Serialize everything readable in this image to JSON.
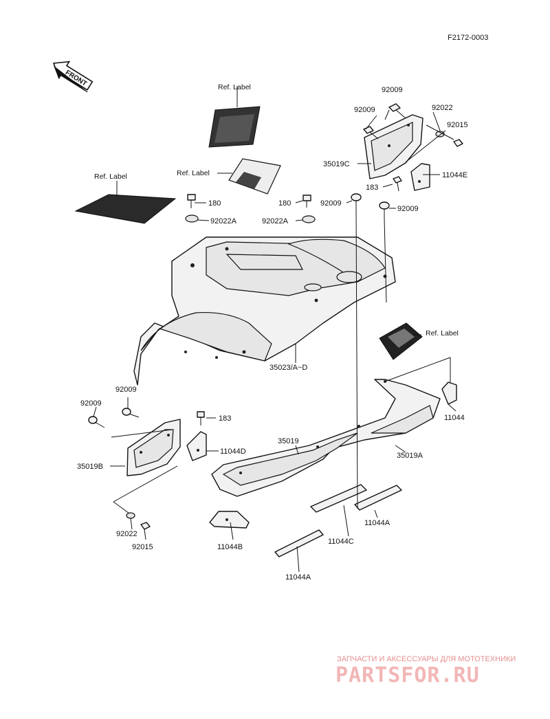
{
  "diagram": {
    "code": "F2172-0003",
    "front_label": "FRONT",
    "callouts": [
      {
        "id": "ref-label-top",
        "text": "Ref. Label"
      },
      {
        "id": "ref-label-left",
        "text": "Ref. Label"
      },
      {
        "id": "ref-label-mid",
        "text": "Ref. Label"
      },
      {
        "id": "ref-label-right",
        "text": "Ref. Label"
      },
      {
        "id": "p92009-a",
        "text": "92009"
      },
      {
        "id": "p92009-b",
        "text": "92009"
      },
      {
        "id": "p92022-a",
        "text": "92022"
      },
      {
        "id": "p92015-a",
        "text": "92015"
      },
      {
        "id": "p35019C",
        "text": "35019C"
      },
      {
        "id": "p11044E",
        "text": "11044E"
      },
      {
        "id": "p183-a",
        "text": "183"
      },
      {
        "id": "p180-a",
        "text": "180"
      },
      {
        "id": "p180-b",
        "text": "180"
      },
      {
        "id": "p92009-c",
        "text": "92009"
      },
      {
        "id": "p92009-d",
        "text": "92009"
      },
      {
        "id": "p92022A-a",
        "text": "92022A"
      },
      {
        "id": "p92022A-b",
        "text": "92022A"
      },
      {
        "id": "p35023",
        "text": "35023/A~D"
      },
      {
        "id": "p92009-e",
        "text": "92009"
      },
      {
        "id": "p92009-f",
        "text": "92009"
      },
      {
        "id": "p183-b",
        "text": "183"
      },
      {
        "id": "p11044D",
        "text": "11044D"
      },
      {
        "id": "p35019B",
        "text": "35019B"
      },
      {
        "id": "p92022-b",
        "text": "92022"
      },
      {
        "id": "p92015-b",
        "text": "92015"
      },
      {
        "id": "p11044B",
        "text": "11044B"
      },
      {
        "id": "p35019",
        "text": "35019"
      },
      {
        "id": "p35019A",
        "text": "35019A"
      },
      {
        "id": "p11044",
        "text": "11044"
      },
      {
        "id": "p11044C",
        "text": "11044C"
      },
      {
        "id": "p11044A-a",
        "text": "11044A"
      },
      {
        "id": "p11044A-b",
        "text": "11044A"
      }
    ]
  },
  "watermark": {
    "line1": "ЗАПЧАСТИ И АКСЕССУАРЫ ДЛЯ МОТОТЕХНИКИ",
    "line2": "PARTSFOR.RU"
  }
}
